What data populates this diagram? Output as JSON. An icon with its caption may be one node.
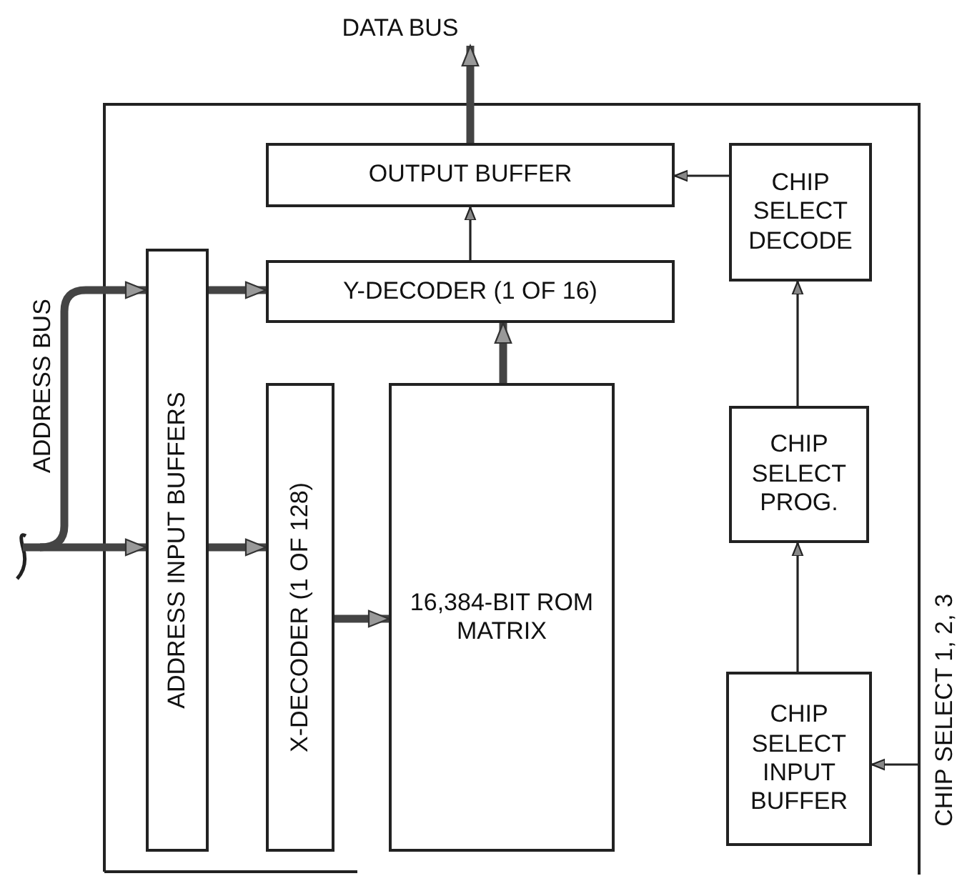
{
  "diagram": {
    "nodes": [
      {
        "text": [
          "DATA BUS"
        ]
      },
      {
        "text": [
          "OUTPUT BUFFER"
        ]
      },
      {
        "text": [
          "CHIP SELECT DECODE"
        ]
      },
      {
        "text": [
          "Y-DECODER (1 OF 16)"
        ]
      },
      {
        "text": [
          "ADDRESS INPUT BUFFERS"
        ]
      },
      {
        "text": [
          "X-DECODER (1 OF 128)"
        ]
      },
      {
        "text": [
          "16,384-BIT ROM MATRIX"
        ]
      },
      {
        "text": [
          "CHIP SELECT PROG."
        ]
      },
      {
        "text": [
          "CHIP SELECT INPUT BUFFER"
        ]
      }
    ],
    "edges": [
      {
        "from": 1,
        "to": 0,
        "arrow": "to"
      },
      {
        "from": 3,
        "to": 1,
        "arrow": "to"
      },
      {
        "from": 2,
        "to": 1,
        "arrow": "to"
      },
      {
        "from": 6,
        "to": 3,
        "arrow": "to"
      },
      {
        "from": 7,
        "to": 2,
        "arrow": "to"
      },
      {
        "from": 8,
        "to": 7,
        "arrow": "to"
      },
      {
        "from": null,
        "to": 8,
        "arrow": "to"
      },
      {
        "from": null,
        "to": 4,
        "arrow": "to"
      },
      {
        "from": null,
        "to": 4,
        "arrow": "to"
      },
      {
        "from": 4,
        "to": 3,
        "arrow": "to"
      },
      {
        "from": 4,
        "to": 5,
        "arrow": "to"
      },
      {
        "from": 5,
        "to": 6,
        "arrow": "to"
      }
    ],
    "labels": [
      "ADDRESS BUS",
      "CHIP SELECT 1, 2, 3"
    ]
  }
}
